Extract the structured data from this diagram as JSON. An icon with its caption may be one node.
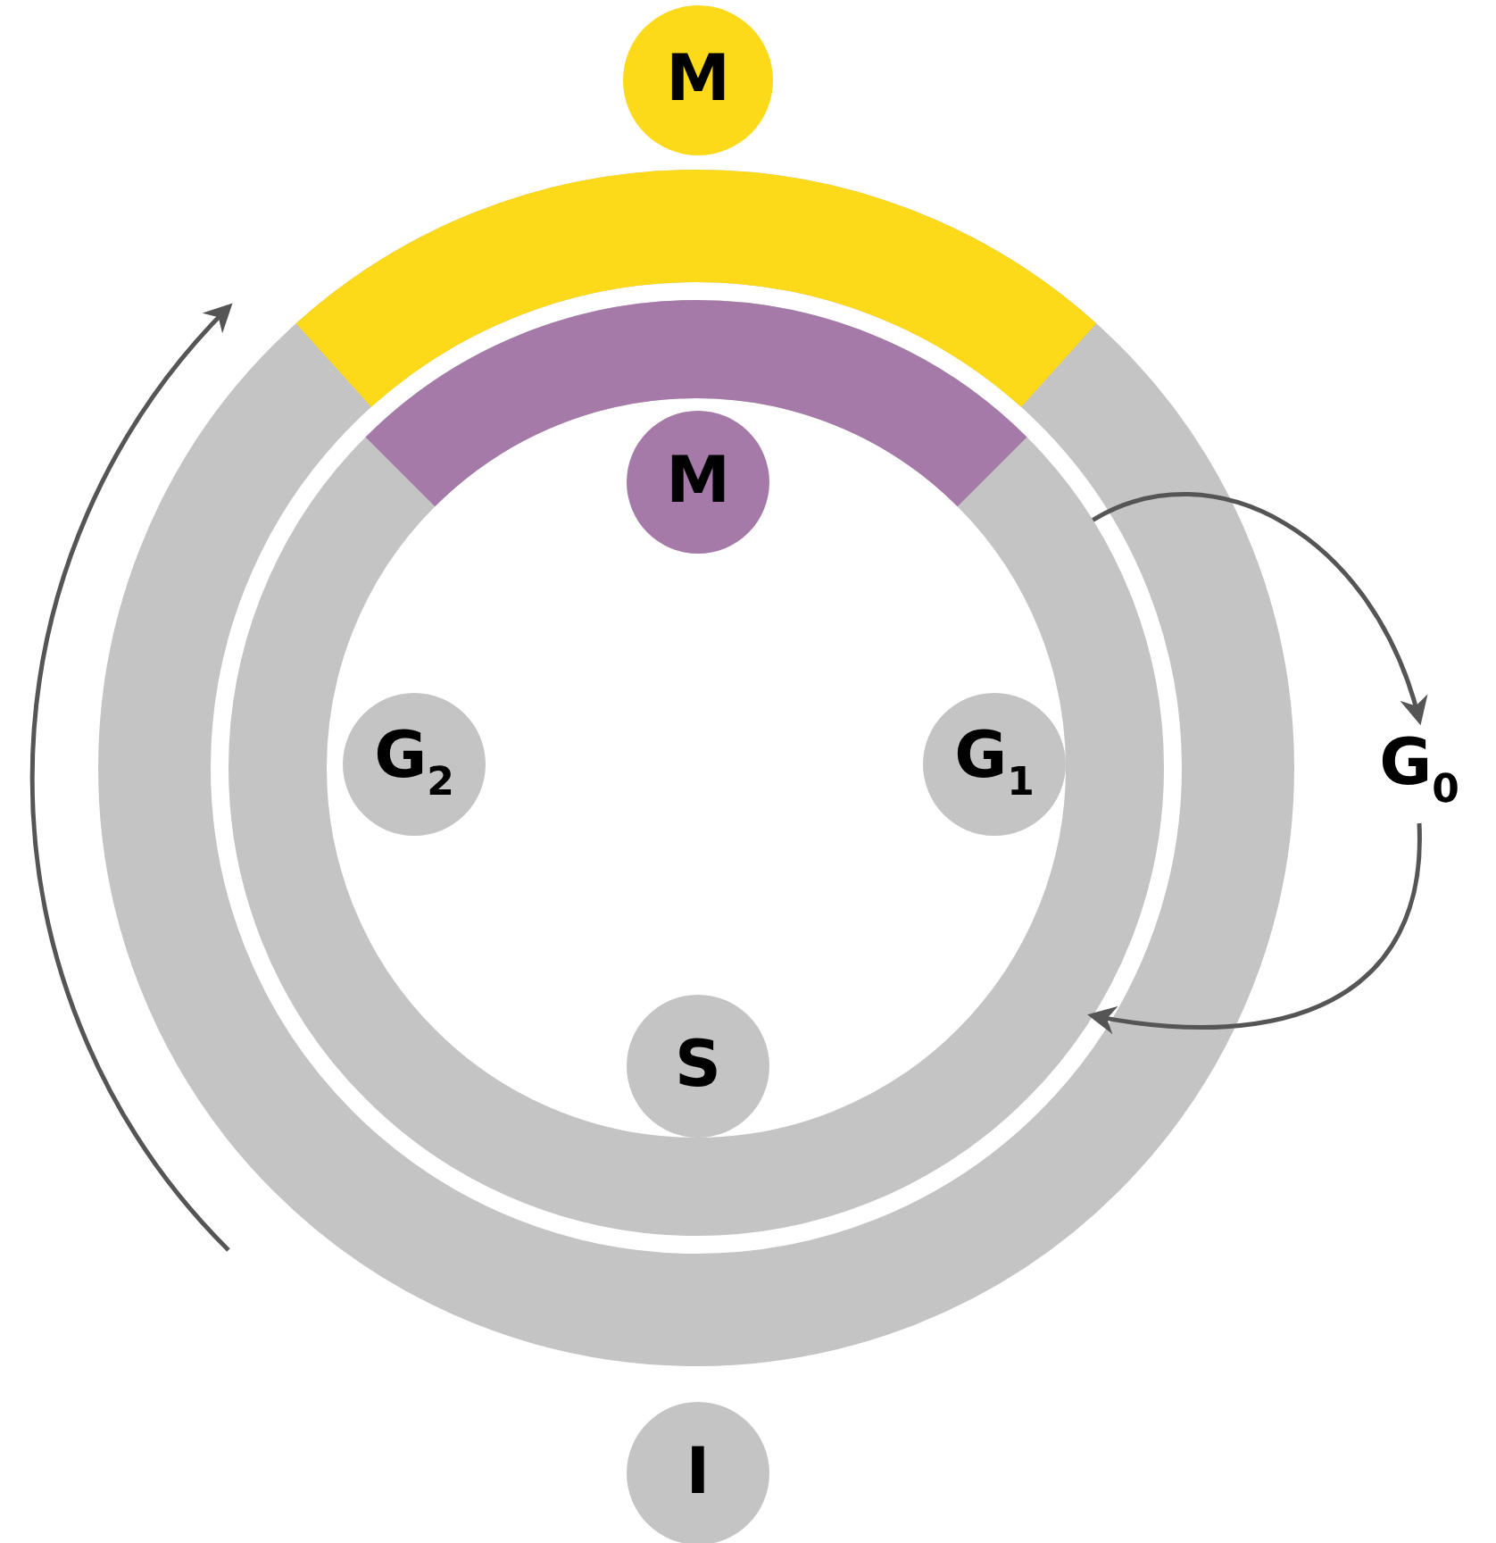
{
  "diagram": {
    "nodes": [
      {
        "text": [
          "M"
        ]
      },
      {
        "text": [],
        "shape": "ring"
      },
      {
        "text": [
          "M"
        ],
        "in": 1
      },
      {
        "text": [
          "G$_{2}$"
        ],
        "in": 1
      },
      {
        "text": [
          "G$_{1}$"
        ],
        "in": 1
      },
      {
        "text": [
          "G$_{0}$"
        ]
      },
      {
        "text": [
          "S"
        ],
        "in": 1
      },
      {
        "text": [
          "I"
        ]
      }
    ],
    "edges": [
      {
        "from": 1,
        "to": 5,
        "arrow": "to"
      },
      {
        "from": 5,
        "to": 1,
        "arrow": "to"
      }
    ]
  }
}
